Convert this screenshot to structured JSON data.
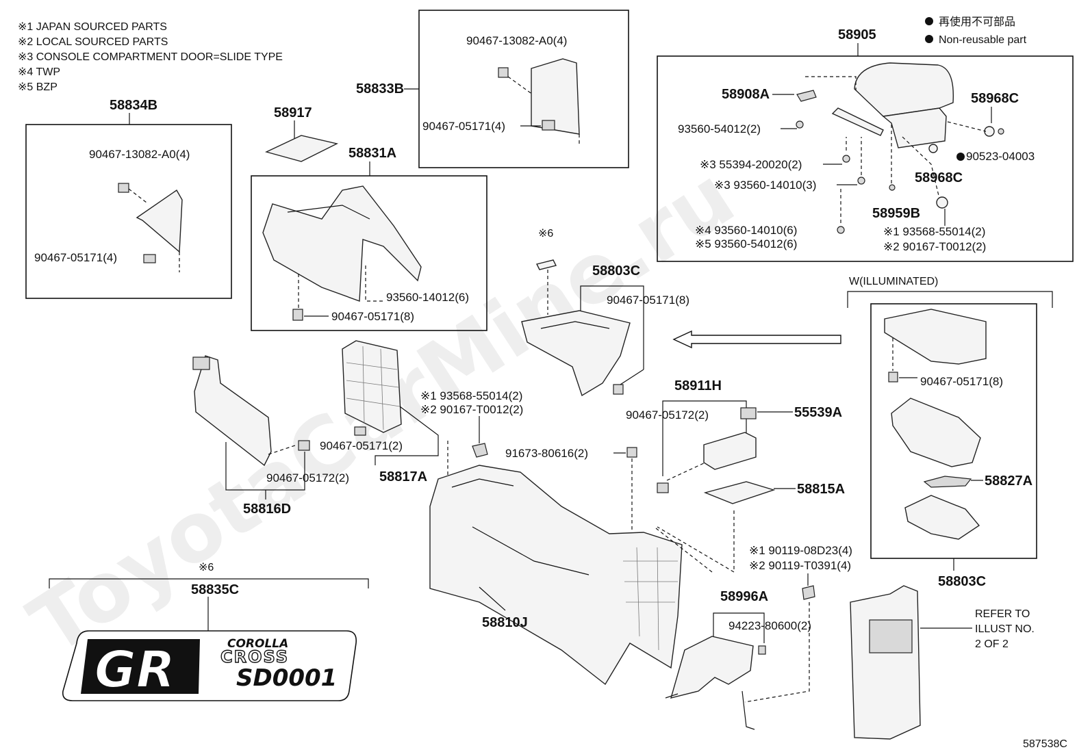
{
  "notes": {
    "n1": "※1 JAPAN SOURCED PARTS",
    "n2": "※2 LOCAL SOURCED PARTS",
    "n3": "※3 CONSOLE COMPARTMENT DOOR=SLIDE TYPE",
    "n4": "※4 TWP",
    "n5": "※5 BZP"
  },
  "legend": {
    "jp": "再使用不可部品",
    "en": "Non-reusable part"
  },
  "watermark": "ToyotaCarMine.ru",
  "drawing_id": "587538C",
  "illuminated_label": "W(ILLUMINATED)",
  "refer_note": [
    "REFER TO",
    "ILLUST NO.",
    "2 OF 2"
  ],
  "emblem": {
    "mark": "GR",
    "line1": "COROLLA",
    "line2": "CROSS",
    "line3": "SD0001"
  },
  "labels": {
    "p58834B": "58834B",
    "p58834B_a": "90467-13082-A0(4)",
    "p58834B_b": "90467-05171(4)",
    "p58917": "58917",
    "p58833B": "58833B",
    "p58833B_a": "90467-13082-A0(4)",
    "p58833B_b": "90467-05171(4)",
    "p58831A": "58831A",
    "p58831A_a": "93560-14012(6)",
    "p58831A_b": "90467-05171(8)",
    "p58905": "58905",
    "p58908A": "58908A",
    "p58968C_1": "58968C",
    "p58968C_2": "58968C",
    "p90523": "90523-04003",
    "p93560_54012": "93560-54012(2)",
    "p55394": "※3 55394-20020(2)",
    "p93560_14010_3": "※3 93560-14010(3)",
    "p58959B": "58959B",
    "p93560_14010_6": "※4 93560-14010(6)",
    "p93560_54012_6": "※5 93560-54012(6)",
    "p93568_r": "※1 93568-55014(2)",
    "p90167_r": "※2 90167-T0012(2)",
    "star6_top": "※6",
    "p58803C_top": "58803C",
    "p90467_05171_8": "90467-05171(8)",
    "p58911H": "58911H",
    "p90467_05172_2": "90467-05172(2)",
    "p55539A": "55539A",
    "p91673": "91673-80616(2)",
    "p58815A": "58815A",
    "p93568_c": "※1 93568-55014(2)",
    "p90167_c": "※2 90167-T0012(2)",
    "p90467_05171_2": "90467-05171(2)",
    "p58817A": "58817A",
    "p90467_05172_2b": "90467-05172(2)",
    "p58816D": "58816D",
    "p58810J": "58810J",
    "p90119_08D23": "※1 90119-08D23(4)",
    "p90119_T0391": "※2 90119-T0391(4)",
    "p58996A": "58996A",
    "p94223": "94223-80600(2)",
    "p90467_05171_8r": "90467-05171(8)",
    "p58827A": "58827A",
    "p58803C_bot": "58803C",
    "star6_bot": "※6",
    "p58835C": "58835C"
  }
}
